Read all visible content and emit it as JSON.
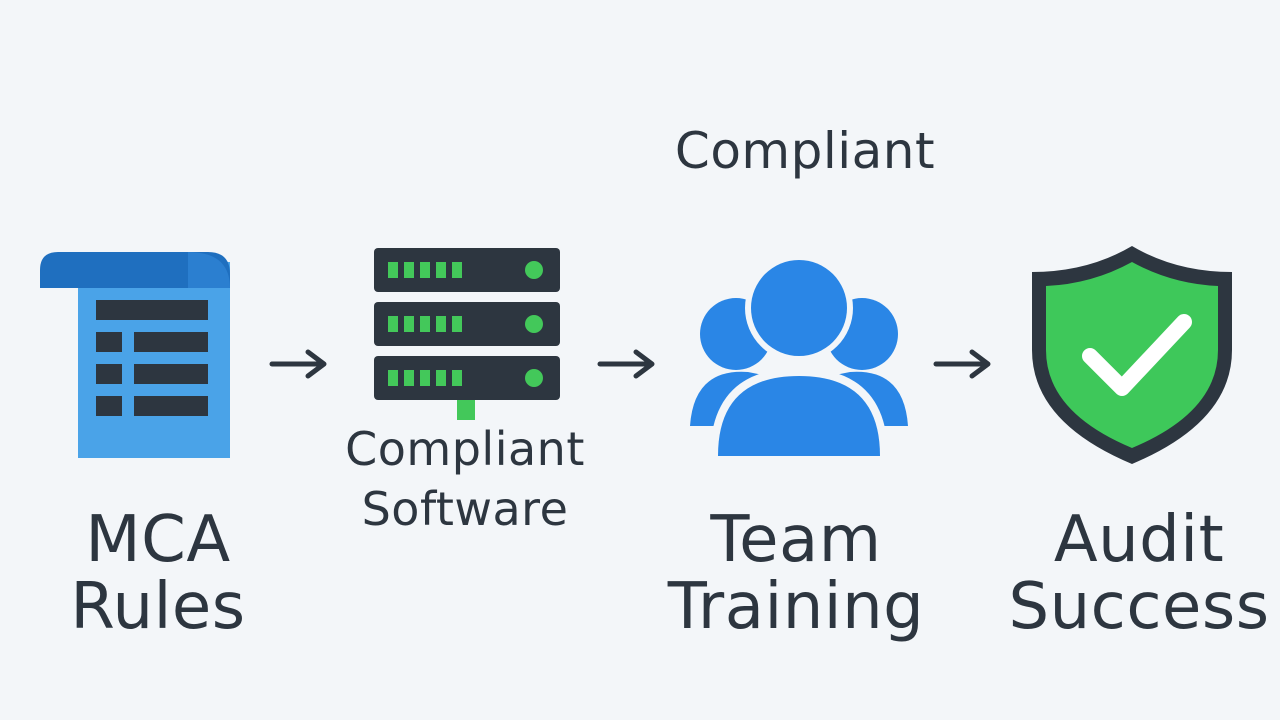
{
  "top_label": "Compliant",
  "steps": [
    {
      "line1": "MCA",
      "line2": "Rules",
      "icon": "document-icon"
    },
    {
      "line1": "Compliant",
      "line2": "Software",
      "icon": "server-icon"
    },
    {
      "line1": "Team",
      "line2": "Training",
      "icon": "team-icon"
    },
    {
      "line1": "Audit",
      "line2": "Success",
      "icon": "shield-check-icon"
    }
  ],
  "colors": {
    "background": "#f3f6f9",
    "text": "#2d3640",
    "document_blue": "#4aa3e8",
    "document_dark": "#1f6fbf",
    "server_dark": "#2d3640",
    "server_green": "#43c85a",
    "team_blue": "#2a86e6",
    "shield_green": "#3ec85a",
    "shield_border": "#2d3640",
    "arrow": "#2d3640"
  }
}
